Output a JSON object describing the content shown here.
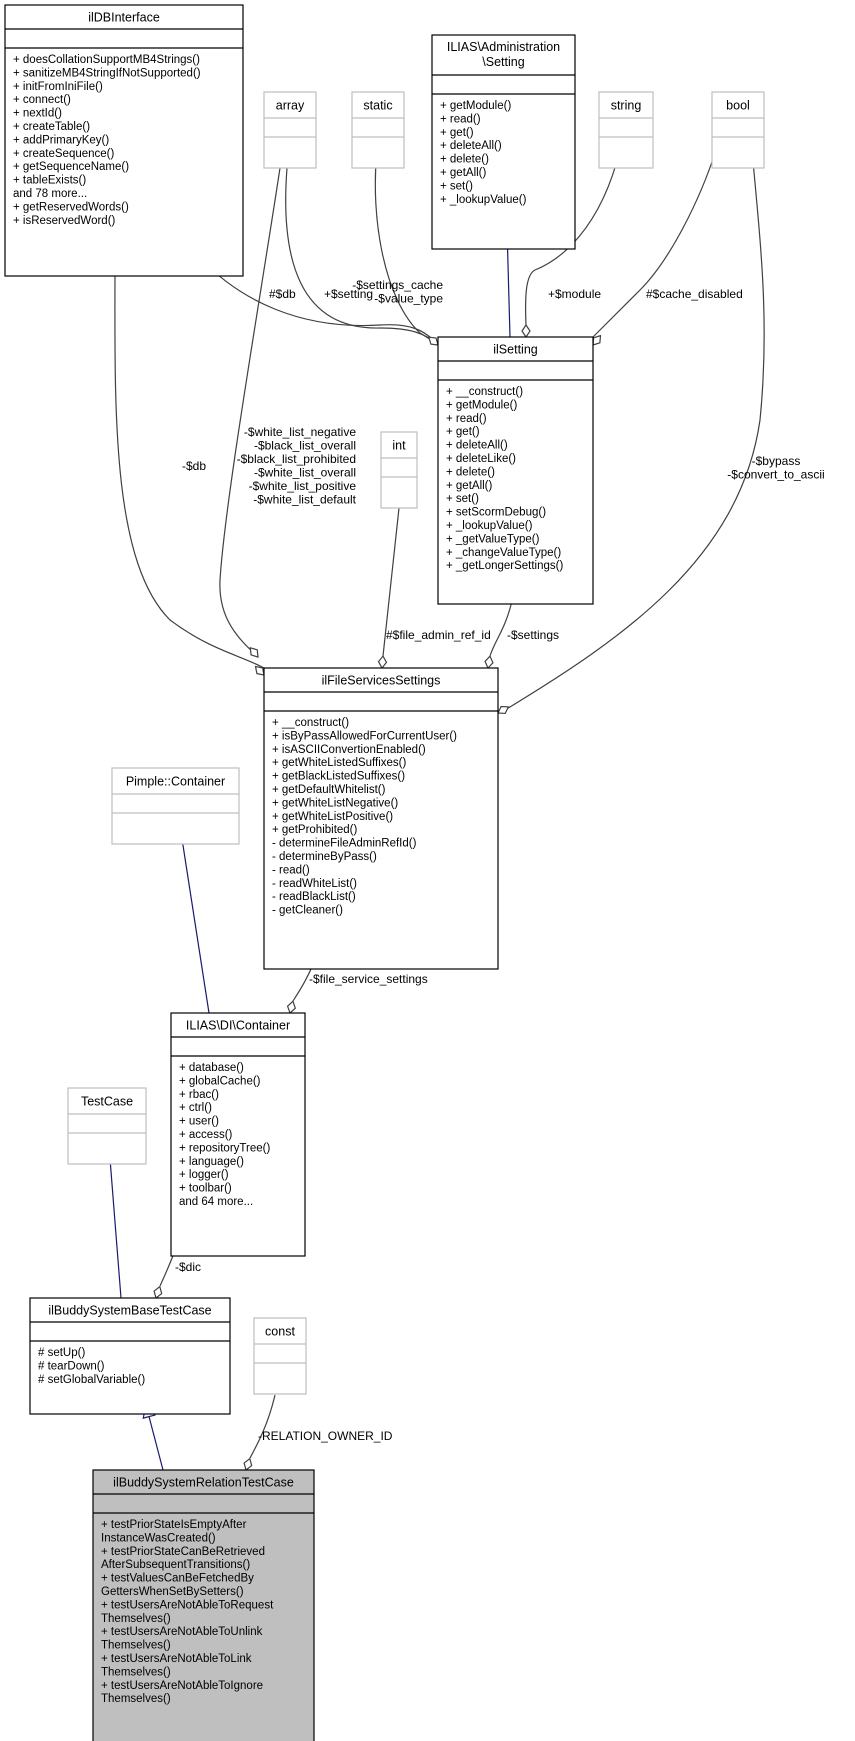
{
  "classes": {
    "ilDBInterface": {
      "title": [
        "ilDBInterface"
      ],
      "members": [
        "+ doesCollationSupportMB4Strings()",
        "+ sanitizeMB4StringIfNotSupported()",
        "+ initFromIniFile()",
        "+ connect()",
        "+ nextId()",
        "+ createTable()",
        "+ addPrimaryKey()",
        "+ createSequence()",
        "+ getSequenceName()",
        "+ tableExists()",
        "and 78 more...",
        "+ getReservedWords()",
        "+ isReservedWord()"
      ]
    },
    "ilias_admin_setting": {
      "title": [
        "ILIAS\\Administration",
        "\\Setting"
      ],
      "members": [
        "+ getModule()",
        "+ read()",
        "+ get()",
        "+ deleteAll()",
        "+ delete()",
        "+ getAll()",
        "+ set()",
        "+ _lookupValue()"
      ]
    },
    "array": {
      "title": [
        "array"
      ],
      "members": []
    },
    "static": {
      "title": [
        "static"
      ],
      "members": []
    },
    "string": {
      "title": [
        "string"
      ],
      "members": []
    },
    "bool": {
      "title": [
        "bool"
      ],
      "members": []
    },
    "ilSetting": {
      "title": [
        "ilSetting"
      ],
      "members": [
        "+ __construct()",
        "+ getModule()",
        "+ read()",
        "+ get()",
        "+ deleteAll()",
        "+ deleteLike()",
        "+ delete()",
        "+ getAll()",
        "+ set()",
        "+ setScormDebug()",
        "+ _lookupValue()",
        "+ _getValueType()",
        "+ _changeValueType()",
        "+ _getLongerSettings()"
      ]
    },
    "int": {
      "title": [
        "int"
      ],
      "members": []
    },
    "ilFileServicesSettings": {
      "title": [
        "ilFileServicesSettings"
      ],
      "members": [
        "+ __construct()",
        "+ isByPassAllowedForCurrentUser()",
        "+ isASCIIConvertionEnabled()",
        "+ getWhiteListedSuffixes()",
        "+ getBlackListedSuffixes()",
        "+ getDefaultWhitelist()",
        "+ getWhiteListNegative()",
        "+ getWhiteListPositive()",
        "+ getProhibited()",
        "- determineFileAdminRefId()",
        "- determineByPass()",
        "- read()",
        "- readWhiteList()",
        "- readBlackList()",
        "- getCleaner()"
      ]
    },
    "pimple": {
      "title": [
        "Pimple::Container"
      ],
      "members": []
    },
    "ilias_di_container": {
      "title": [
        "ILIAS\\DI\\Container"
      ],
      "members": [
        "+ database()",
        "+ globalCache()",
        "+ rbac()",
        "+ ctrl()",
        "+ user()",
        "+ access()",
        "+ repositoryTree()",
        "+ language()",
        "+ logger()",
        "+ toolbar()",
        "and 64 more..."
      ]
    },
    "TestCase": {
      "title": [
        "TestCase"
      ],
      "members": []
    },
    "ilBuddySystemBaseTestCase": {
      "title": [
        "ilBuddySystemBaseTestCase"
      ],
      "members": [
        "# setUp()",
        "# tearDown()",
        "# setGlobalVariable()"
      ]
    },
    "const": {
      "title": [
        "const"
      ],
      "members": []
    },
    "ilBuddySystemRelationTestCase": {
      "title": [
        "ilBuddySystemRelationTestCase"
      ],
      "members": [
        "+ testPriorStateIsEmptyAfter",
        "InstanceWasCreated()",
        "+ testPriorStateCanBeRetrieved",
        "AfterSubsequentTransitions()",
        "+ testValuesCanBeFetchedBy",
        "GettersWhenSetBySetters()",
        "+ testUsersAreNotAbleToRequest",
        "Themselves()",
        "+ testUsersAreNotAbleToUnlink",
        "Themselves()",
        "+ testUsersAreNotAbleToLink",
        "Themselves()",
        "+ testUsersAreNotAbleToIgnore",
        "Themselves()"
      ]
    }
  },
  "edge_labels": {
    "db_setting": "#$db",
    "setting": "+$setting",
    "settings_cache": [
      "-$settings_cache",
      "-$value_type"
    ],
    "module": "+$module",
    "cache_disabled": "#$cache_disabled",
    "db_file": "-$db",
    "lists": [
      "-$white_list_negative",
      "-$black_list_overall",
      "-$black_list_prohibited",
      "-$white_list_overall",
      "-$white_list_positive",
      "-$white_list_default"
    ],
    "bypass": [
      "-$bypass",
      "-$convert_to_ascii"
    ],
    "file_admin_ref_id": "#$file_admin_ref_id",
    "settings": "-$settings",
    "file_service_settings": "-$file_service_settings",
    "dic": "-$dic",
    "relation_owner_id": "-RELATION_OWNER_ID"
  },
  "colors": {
    "box_border": "#000000",
    "box_border_light": "#bfbfbf",
    "highlight_fill": "#bfbfbf",
    "edge": "#404040",
    "inherit_edge": "#191970"
  }
}
